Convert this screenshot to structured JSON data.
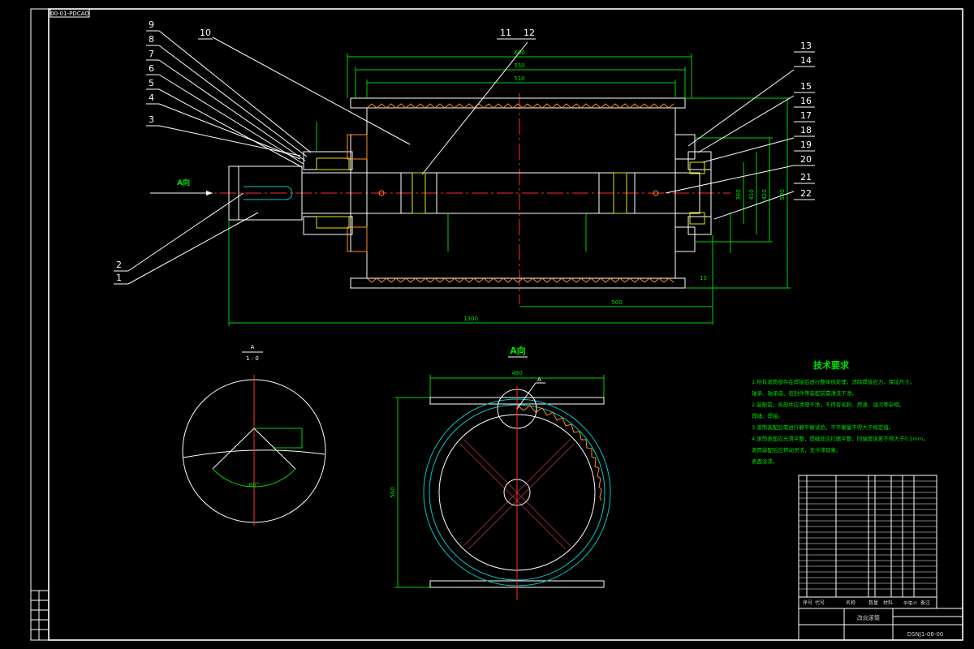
{
  "drawing": {
    "code_tag": "00-01-PDCAO",
    "view_a_label": "A向",
    "detail_label": "A",
    "detail_scale": "1 : 0",
    "angle_label": "60°",
    "a_marker": "A"
  },
  "part_numbers": {
    "left": [
      "9",
      "8",
      "7",
      "6",
      "5",
      "4",
      "3",
      "2",
      "1"
    ],
    "top": [
      "10",
      "11",
      "12"
    ],
    "right": [
      "13",
      "14",
      "15",
      "16",
      "17",
      "18",
      "19",
      "20",
      "21",
      "22"
    ]
  },
  "dimensions": {
    "top1": "600",
    "top2": "550",
    "top3": "510",
    "bottom_half": "500",
    "overall": "1300",
    "right1": "500",
    "right2": "420",
    "right3": "410",
    "right4": "360",
    "a_view_width": "480",
    "a_view_height": "560",
    "flange": "10"
  },
  "tech_requirements": {
    "title": "技术要求",
    "lines": [
      "1.所有滚筒部件在焊接后进行整体热处理，消除焊接应力，保证尺寸。",
      "  轴承、轴承座、密封件等装配前需清洗干净。",
      "2.装配前，各部件应清理干净，不得有毛刺、焊渣、油污等杂物。",
      "  焊缝、焊接。",
      "3.滚筒装配后需进行静平衡试验，不平衡量不得大于规定值。",
      "4.滚筒表面应光滑平整，焊缝处应打磨平整，同轴度误差不得大于0.1mm。",
      "  滚筒装配后应转动灵活，无卡滞现象。",
      "  表面涂漆。"
    ]
  },
  "title_block": {
    "drawing_name": "改向滚筒",
    "drawing_number": "DSNJ1-06-00",
    "header_cols": [
      "序号",
      "代号",
      "名称",
      "数量",
      "材料",
      "单件",
      "总计",
      "备注"
    ]
  },
  "colors": {
    "background": "#000000",
    "frame": "#ffffff",
    "dimension": "#00d400",
    "centerline": "#ff2a2a",
    "leader": "#ffffff",
    "cylinder": "#00c8c8"
  }
}
